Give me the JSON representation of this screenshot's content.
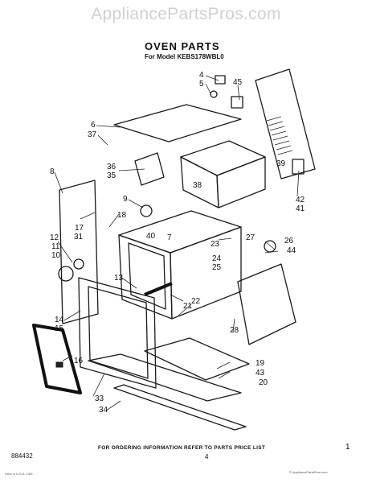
{
  "watermark": "AppliancePartsPros.com",
  "title": "OVEN PARTS",
  "subtitle": "For Model KEBS178WBL0",
  "diagram_code": "884432",
  "footer": "FOR ORDERING INFORMATION REFER TO PARTS PRICE LIST",
  "page_number": "4",
  "fine_print_left": "Litho in U.S.A. 1/89",
  "fine_print_right": "© AppliancePartsPros.com",
  "callouts": [
    "4",
    "5",
    "45",
    "6",
    "37",
    "36",
    "35",
    "39",
    "38",
    "8",
    "9",
    "42",
    "41",
    "17",
    "18",
    "31",
    "7",
    "27",
    "12",
    "11",
    "10",
    "40",
    "26",
    "23",
    "44",
    "24",
    "25",
    "13",
    "21",
    "22",
    "14",
    "15",
    "28",
    "16",
    "19",
    "43",
    "20",
    "33",
    "34",
    "1"
  ]
}
